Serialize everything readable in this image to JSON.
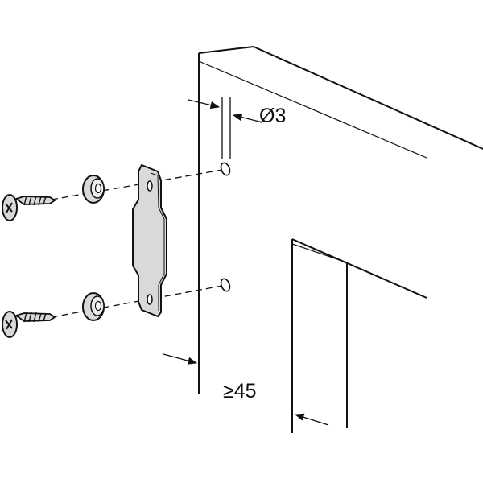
{
  "diagram": {
    "labels": {
      "hole_diameter": "Ø3",
      "min_distance": "≥45"
    },
    "colors": {
      "line": "#111111",
      "metal_fill": "#d9d9d9",
      "background": "#ffffff"
    },
    "parts": [
      "screw",
      "washer",
      "strike-plate",
      "pilot-hole",
      "cabinet-panel"
    ]
  }
}
